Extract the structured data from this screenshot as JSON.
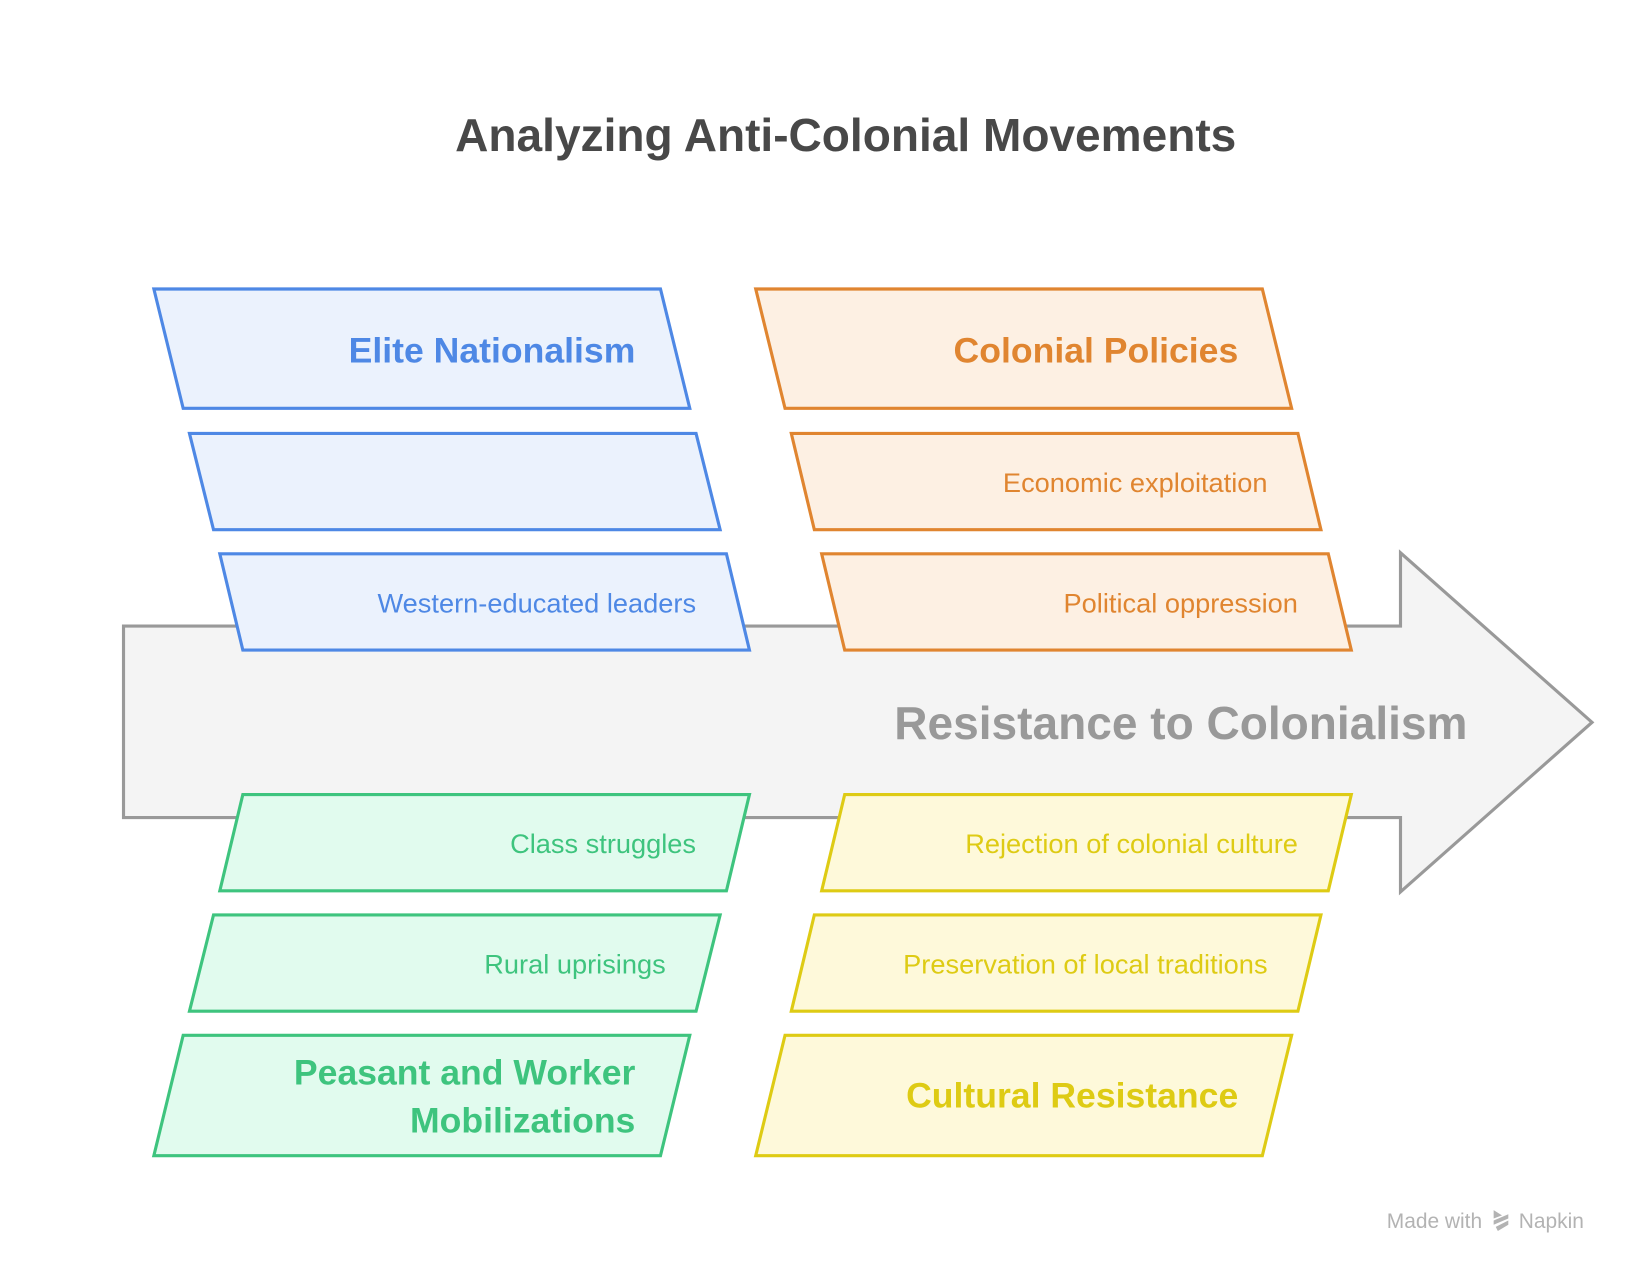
{
  "title": "Analyzing Anti-Colonial Movements",
  "spine": {
    "label": "Resistance to Colonialism",
    "fill": "#f4f4f4",
    "stroke": "#999999"
  },
  "categories": [
    {
      "name": "Elite Nationalism",
      "position": "top-left",
      "stroke": "#4e88e5",
      "fill": "#ebf2fd",
      "text_color": "#4e88e5",
      "items": [
        "",
        "Western-educated leaders"
      ]
    },
    {
      "name": "Colonial Policies",
      "position": "top-right",
      "stroke": "#e08530",
      "fill": "#fdf0e3",
      "text_color": "#e08530",
      "items": [
        "Economic exploitation",
        "Political oppression"
      ]
    },
    {
      "name_line1": "Peasant and Worker",
      "name_line2": "Mobilizations",
      "name": "Peasant and Worker Mobilizations",
      "position": "bottom-left",
      "stroke": "#3ec47e",
      "fill": "#e1fbee",
      "text_color": "#3ec47e",
      "items": [
        "Class struggles",
        "Rural uprisings"
      ]
    },
    {
      "name": "Cultural Resistance",
      "position": "bottom-right",
      "stroke": "#decb14",
      "fill": "#fef9da",
      "text_color": "#decb14",
      "items": [
        "Rejection of colonial culture",
        "Preservation of local traditions"
      ]
    }
  ],
  "watermark": {
    "prefix": "Made with",
    "brand": "Napkin",
    "icon": "napkin-logo-icon"
  }
}
